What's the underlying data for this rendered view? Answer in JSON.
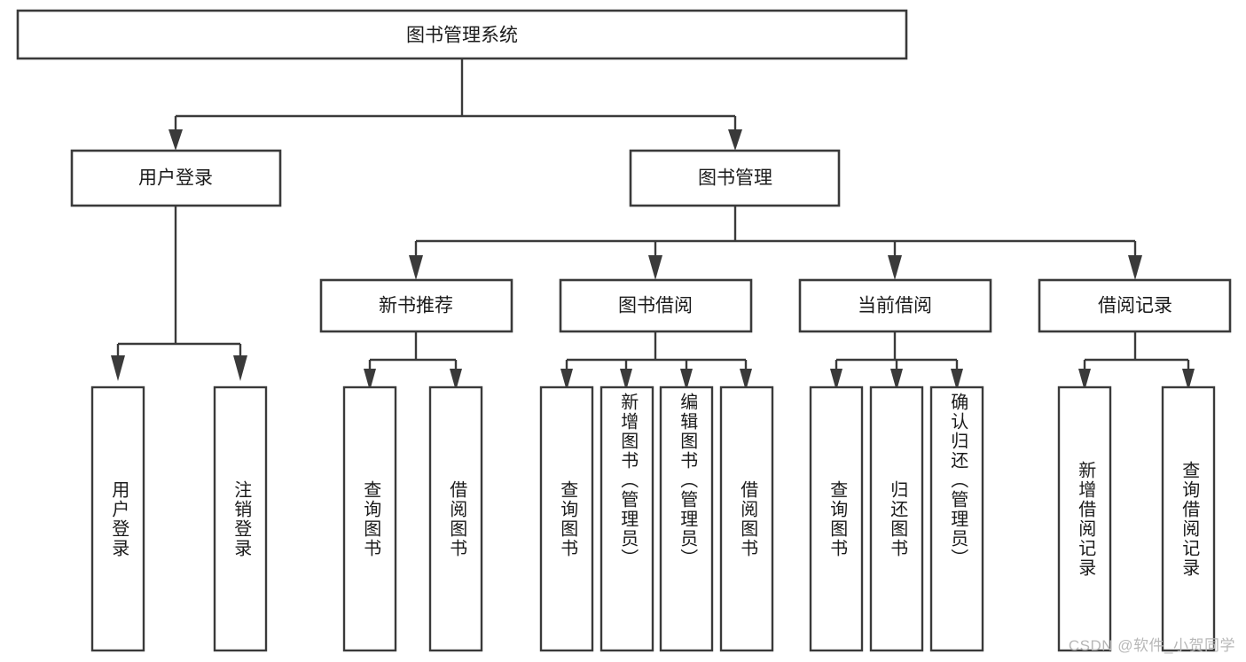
{
  "diagram": {
    "title": "图书管理系统",
    "type": "hierarchy-tree",
    "root": {
      "id": "root",
      "label": "图书管理系统",
      "orientation": "horizontal"
    },
    "level2": [
      {
        "id": "user-login",
        "label": "用户登录",
        "orientation": "horizontal"
      },
      {
        "id": "book-manage",
        "label": "图书管理",
        "orientation": "horizontal"
      }
    ],
    "level3": [
      {
        "id": "new-book-recommend",
        "label": "新书推荐",
        "orientation": "horizontal",
        "parent": "book-manage"
      },
      {
        "id": "book-borrow",
        "label": "图书借阅",
        "orientation": "horizontal",
        "parent": "book-manage"
      },
      {
        "id": "current-borrow",
        "label": "当前借阅",
        "orientation": "horizontal",
        "parent": "book-manage"
      },
      {
        "id": "borrow-record",
        "label": "借阅记录",
        "orientation": "horizontal",
        "parent": "book-manage"
      }
    ],
    "leaves": [
      {
        "id": "leaf-user-login",
        "label": "用户登录",
        "orientation": "vertical",
        "parent": "user-login"
      },
      {
        "id": "leaf-user-logout",
        "label": "注销登录",
        "orientation": "vertical",
        "parent": "user-login"
      },
      {
        "id": "leaf-query-book-1",
        "label": "查询图书",
        "orientation": "vertical",
        "parent": "new-book-recommend"
      },
      {
        "id": "leaf-borrow-book-1",
        "label": "借阅图书",
        "orientation": "vertical",
        "parent": "new-book-recommend"
      },
      {
        "id": "leaf-query-book-2",
        "label": "查询图书",
        "orientation": "vertical",
        "parent": "book-borrow"
      },
      {
        "id": "leaf-add-book",
        "label": "新增图书（管理员）",
        "orientation": "vertical",
        "parent": "book-borrow"
      },
      {
        "id": "leaf-edit-book",
        "label": "编辑图书（管理员）",
        "orientation": "vertical",
        "parent": "book-borrow"
      },
      {
        "id": "leaf-borrow-book-2",
        "label": "借阅图书",
        "orientation": "vertical",
        "parent": "book-borrow"
      },
      {
        "id": "leaf-query-book-3",
        "label": "查询图书",
        "orientation": "vertical",
        "parent": "current-borrow"
      },
      {
        "id": "leaf-return-book",
        "label": "归还图书",
        "orientation": "vertical",
        "parent": "current-borrow"
      },
      {
        "id": "leaf-confirm-return",
        "label": "确认归还（管理员）",
        "orientation": "vertical",
        "parent": "current-borrow"
      },
      {
        "id": "leaf-add-record",
        "label": "新增借阅记录",
        "orientation": "vertical",
        "parent": "borrow-record"
      },
      {
        "id": "leaf-query-record",
        "label": "查询借阅记录",
        "orientation": "vertical",
        "parent": "borrow-record"
      }
    ]
  },
  "watermark": {
    "text": "CSDN @软件_小贺同学"
  },
  "colors": {
    "box_stroke": "#3a3a3a",
    "box_fill": "#ffffff",
    "text": "#1b1b1b",
    "watermark": "#b8b8b8",
    "background": "#ffffff"
  }
}
